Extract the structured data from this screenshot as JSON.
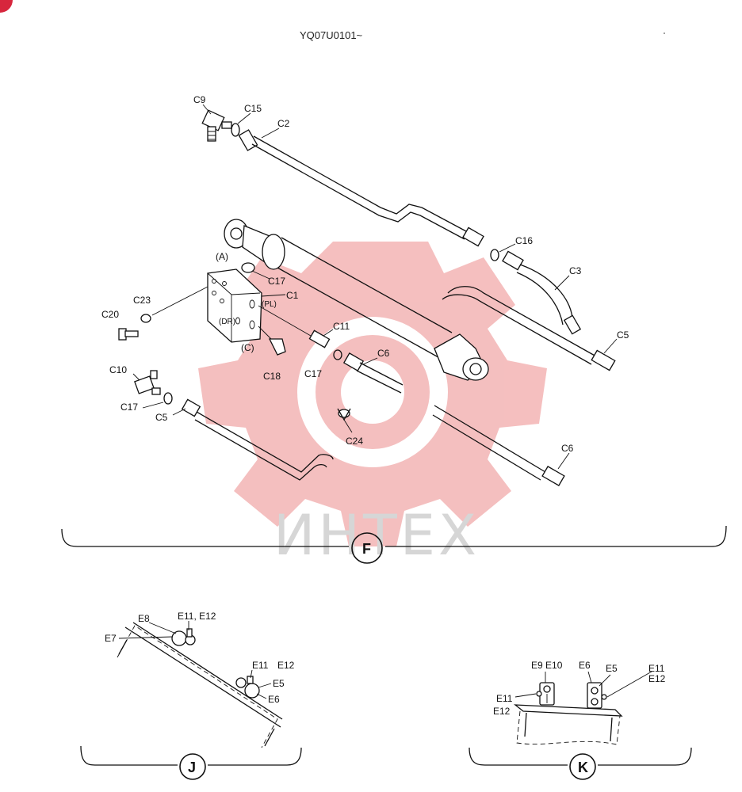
{
  "header": {
    "code": "YQ07U0101~"
  },
  "watermark": {
    "text": "ИНТЕХ",
    "gear_color": "#f3b4b4"
  },
  "corner_marker_color": "#d7263d",
  "views": [
    {
      "id": "F",
      "label": "F"
    },
    {
      "id": "J",
      "label": "J"
    },
    {
      "id": "K",
      "label": "K"
    }
  ],
  "port_labels": {
    "a": "(A)",
    "pl": "(PL)",
    "dr": "(DR)",
    "c": "(C)"
  },
  "parts_f": {
    "c9": "C9",
    "c15": "C15",
    "c2": "C2",
    "c16": "C16",
    "c3": "C3",
    "c5_right": "C5",
    "c17_top": "C17",
    "c1": "C1",
    "c23": "C23",
    "c20": "C20",
    "c11": "C11",
    "c6_top": "C6",
    "c18": "C18",
    "c17_mid": "C17",
    "c10": "C10",
    "c17_left": "C17",
    "c5_left": "C5",
    "c24": "C24",
    "c6_bottom": "C6"
  },
  "parts_j": {
    "e8": "E8",
    "e11_e12_top": "E11, E12",
    "e7": "E7",
    "e11": "E11",
    "e12": "E12",
    "e5": "E5",
    "e6": "E6"
  },
  "parts_k": {
    "e9e10": "E9 E10",
    "e6": "E6",
    "e5": "E5",
    "e11_right": "E11",
    "e12_right": "E12",
    "e11_left": "E11",
    "e12_left": "E12"
  }
}
